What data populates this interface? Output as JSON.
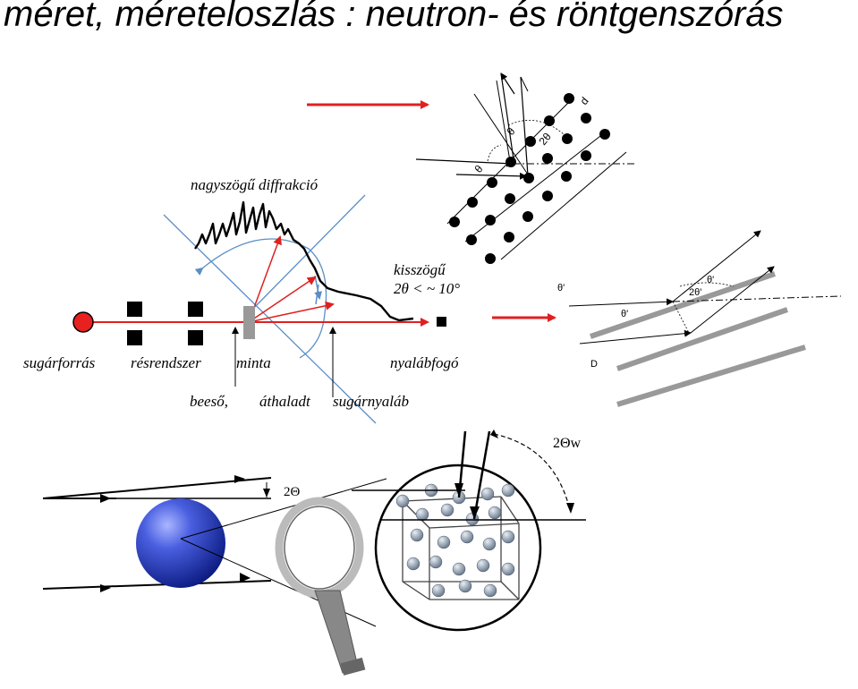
{
  "title": "méret, méreteloszlás : neutron- és röntgenszórás",
  "labels": {
    "high_angle": "nagyszögű diffrakció",
    "small_angle_1": "kisszögű",
    "small_angle_2": "2θ < ~ 10°",
    "source": "sugárforrás",
    "slits": "résrendszer",
    "sample": "minta",
    "beamstop": "nyalábfogó",
    "beams_1": "beeső,",
    "beams_2": "áthaladt",
    "beams_3": "sugárnyaláb"
  },
  "lattice_labels": {
    "theta_a": "θ",
    "theta_b": "θ",
    "two_theta": "2θ",
    "d": "d"
  },
  "layer_labels": {
    "theta_a": "θ'",
    "theta_b": "θ'",
    "two_theta": "2θ'",
    "theta_c": "θ'",
    "d": "D"
  },
  "bottom_labels": {
    "two_theta": "2Θ",
    "two_theta_w": "2Θw"
  },
  "colors": {
    "arrow_red": "#e02020",
    "beam_blue": "#5b8ec4",
    "source_fill": "#e82020",
    "sphere": "#2a3fb8"
  }
}
